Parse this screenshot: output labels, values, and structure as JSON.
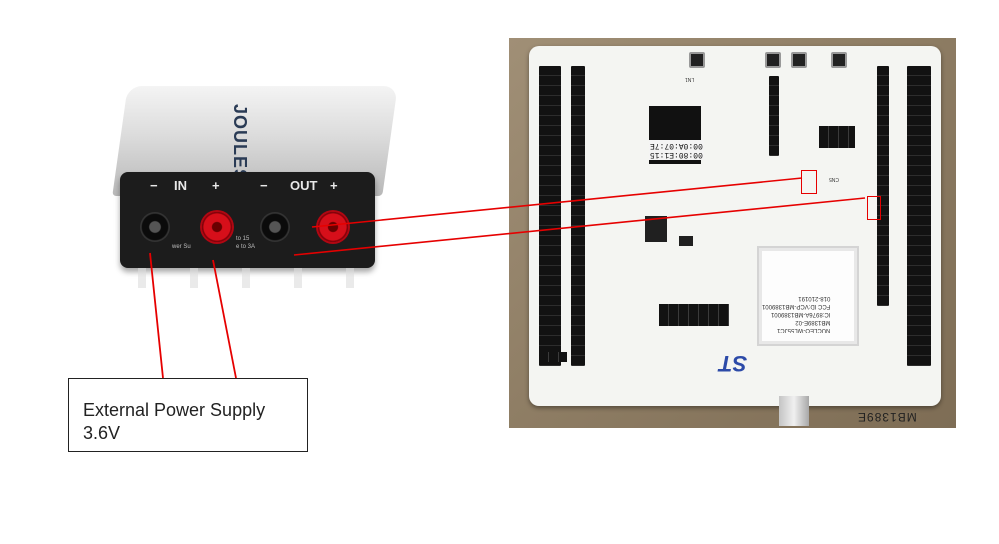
{
  "device": {
    "brand": "JOULESCOPE",
    "in_label": "IN",
    "out_label": "OUT",
    "minus": "−",
    "plus": "+",
    "small_text": "wer Su",
    "small_text_2": "to 15",
    "small_text_3": "e to 3A"
  },
  "caption": {
    "line1": "External Power Supply",
    "line2": "3.6V"
  },
  "board": {
    "stlink_mac": "00:80:E1:15\n00:0A:07:7E",
    "module_text": "NUCLEO-WL55JC1\nMB1389E-02\nIC:8976A-MB1389001\nFCC ID:VCP-MB1389001\n018-210191",
    "st_logo": "ST",
    "board_id": "MB1389E"
  },
  "colors": {
    "annotation_line": "#e60000",
    "caption_border": "#222222",
    "device_red_jack": "#d60f1a"
  }
}
